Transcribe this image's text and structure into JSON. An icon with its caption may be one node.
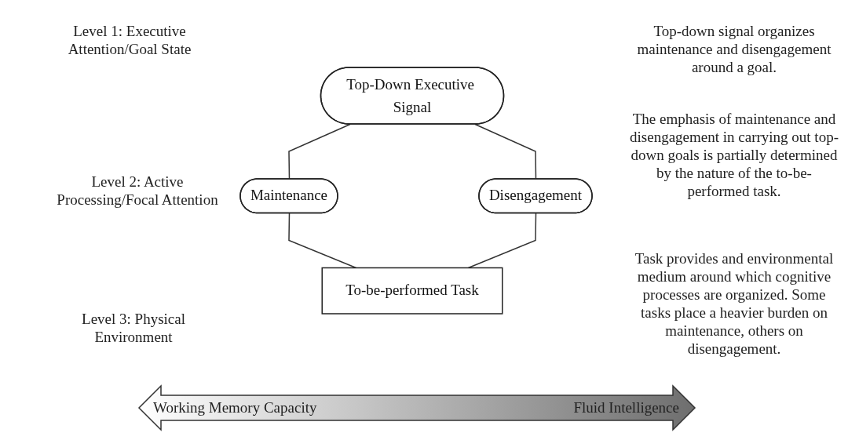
{
  "diagram": {
    "nodes": [
      {
        "text": [
          "Top-Down Executive Signal"
        ]
      },
      {
        "text": [
          "Maintenance"
        ]
      },
      {
        "text": [
          "Disengagement"
        ]
      },
      {
        "text": [
          "To-be-performed Task"
        ]
      }
    ],
    "edges": [
      {
        "from": 0,
        "to": 1,
        "arrow": "none"
      },
      {
        "from": 0,
        "to": 2,
        "arrow": "none"
      },
      {
        "from": 1,
        "to": 3,
        "arrow": "none"
      },
      {
        "from": 2,
        "to": 3,
        "arrow": "none"
      }
    ],
    "labels": [
      "Level 1: Executive Attention/Goal State",
      "Top-down signal organizes maintenance and disengagement around a goal.",
      "Level 2: Active Processing/Focal Attention",
      "The emphasis of maintenance and disengagement in carrying out top-down goals is partially determined by the nature of the to-be-performed task.",
      "Level 3: Physical Environment",
      "Task provides and environmental medium around which cognitive processes are organized. Some tasks place a heavier burden on maintenance, others on disengagement.",
      "Working Memory Capacity",
      "Fluid Intelligence"
    ]
  }
}
